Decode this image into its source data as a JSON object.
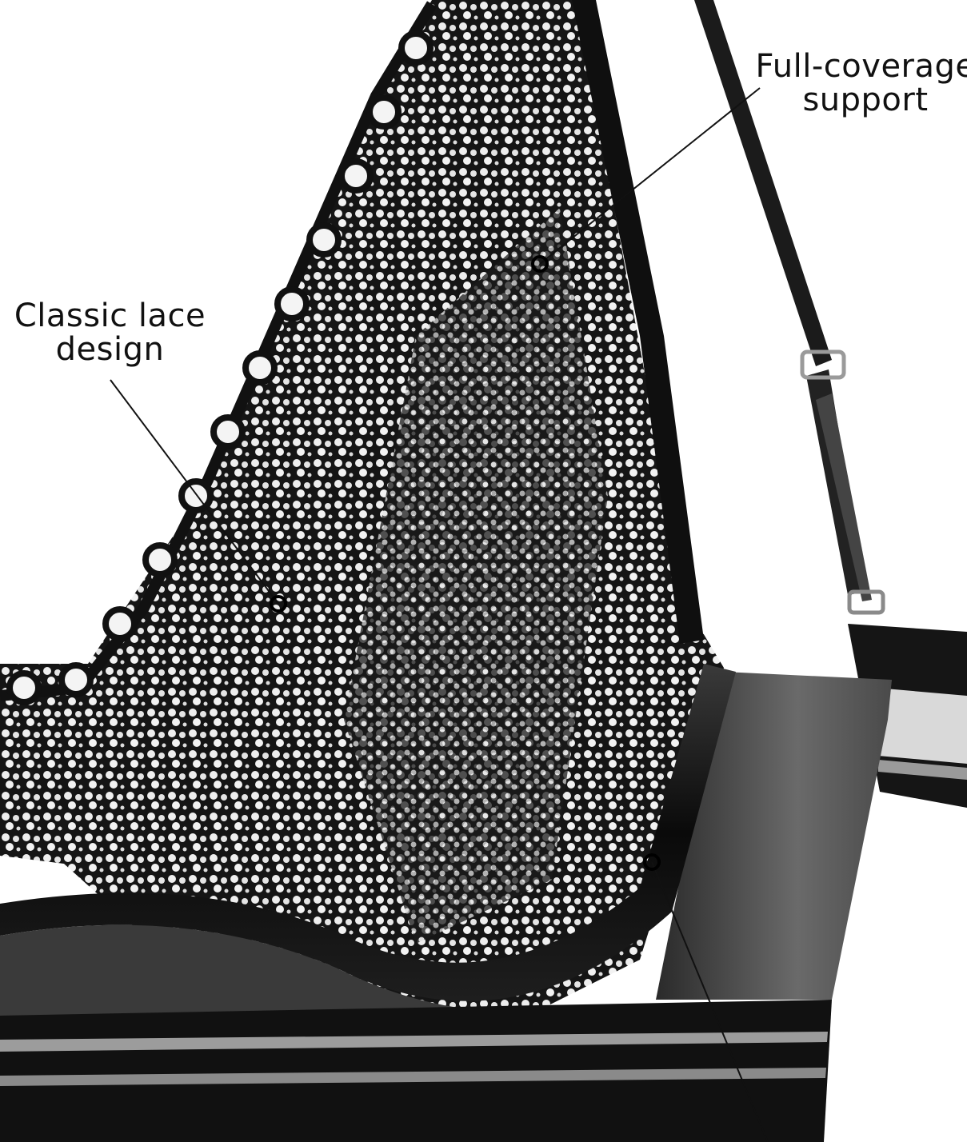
{
  "callouts": {
    "support": {
      "line1": "Full-coverage",
      "line2": "support"
    },
    "lace": {
      "line1": "Classic lace",
      "line2": "design"
    }
  },
  "colors": {
    "background": "#ffffff",
    "fabric": "#111111",
    "mesh": "#3c3c3c",
    "stripe": "#9a9a9a",
    "leader": "#111111"
  }
}
